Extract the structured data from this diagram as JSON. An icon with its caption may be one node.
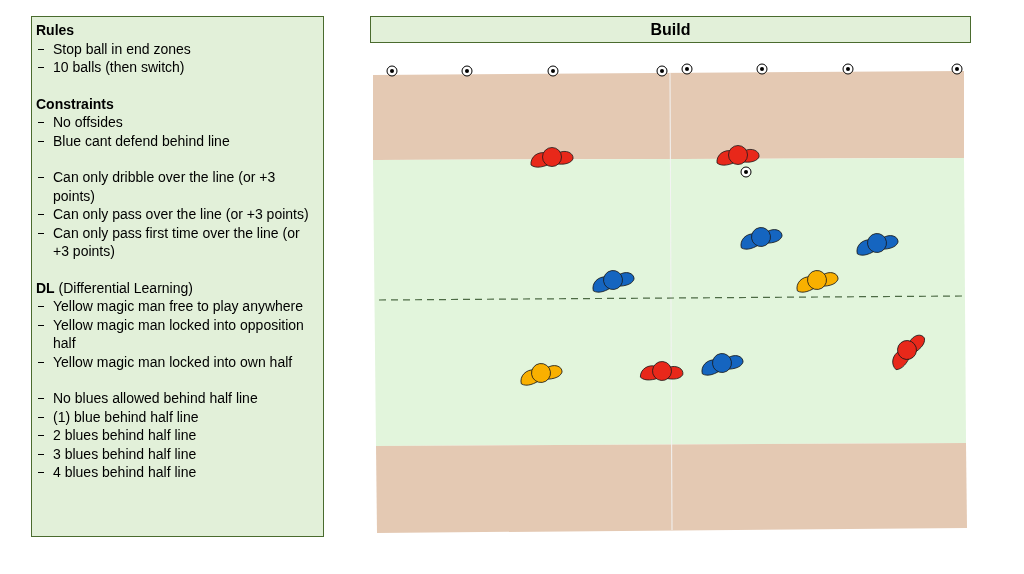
{
  "diagram": {
    "nodes": [
      {
        "text": [
          "Rules",
          "Stop ball in end zones",
          "10 balls (then switch)",
          "Constraints",
          "No offsides",
          "Blue cant defend behind line",
          "Can only dribble over the line (or +3 points)",
          "Can only pass over the line (or +3 points)",
          "Can only pass first time over the line (or +3 points)",
          "**DL** (Differential Learning)",
          "Yellow magic man free to play anywhere",
          "Yellow magic man locked into opposition half",
          "Yellow magic man locked into own half",
          "No blues allowed behind half line",
          "(1) blue behind half line",
          "2 blues behind half line",
          "3 blues behind half line",
          "4 blues behind half line"
        ]
      },
      {
        "text": [
          "Build"
        ]
      }
    ],
    "edges": []
  }
}
